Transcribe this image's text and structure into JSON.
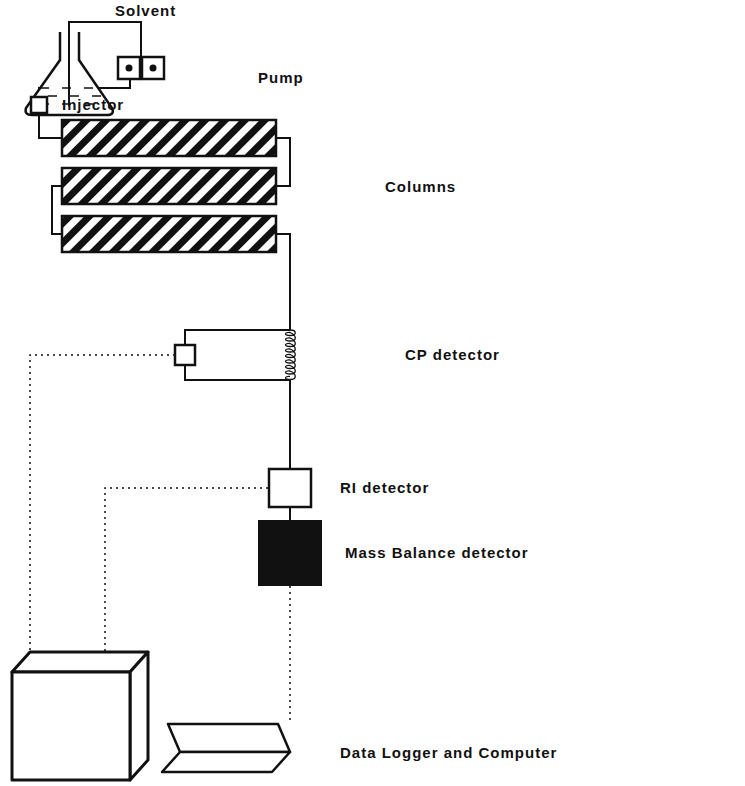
{
  "diagram": {
    "nodes": [
      {
        "text": [
          "Solvent"
        ]
      },
      {
        "text": [
          "Pump"
        ]
      },
      {
        "text": [
          "Injector"
        ]
      },
      {
        "text": [
          "Columns"
        ]
      },
      {
        "text": [
          "CP detector"
        ]
      },
      {
        "text": [
          "RI detector"
        ]
      },
      {
        "text": [
          "Mass Balance detector"
        ]
      },
      {
        "text": [
          "Data Logger and Computer"
        ]
      }
    ],
    "edges": [
      {
        "from": 0,
        "to": 1,
        "arrow": "none"
      },
      {
        "from": 1,
        "to": 2,
        "arrow": "none"
      },
      {
        "from": 2,
        "to": 3,
        "arrow": "none"
      },
      {
        "from": 3,
        "to": 4,
        "arrow": "none"
      },
      {
        "from": 4,
        "to": 5,
        "arrow": "none"
      },
      {
        "from": 5,
        "to": 6,
        "arrow": "none"
      },
      {
        "from": 6,
        "to": 7,
        "arrow": "none"
      }
    ]
  }
}
